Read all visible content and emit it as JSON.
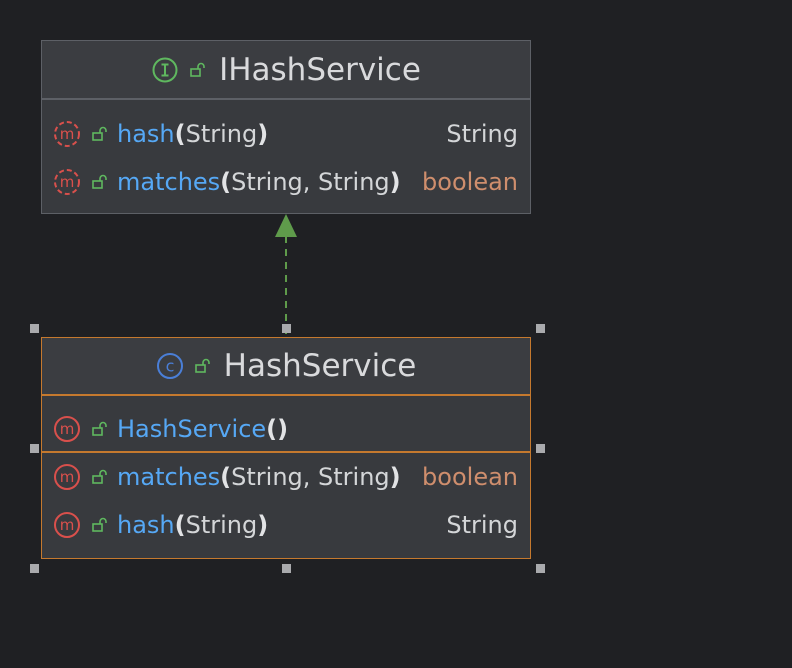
{
  "colors": {
    "background": "#1f2023",
    "node_fill": "#383a3e",
    "interface_border": "#5d6066",
    "selected_border": "#c5792e",
    "realization_arrow": "#5f9b4b",
    "method_name": "#56a8f5",
    "primitive_type": "#cf8e6d"
  },
  "interface": {
    "kind_icon": "interface-icon",
    "visibility_icon": "public-lock-icon",
    "title": "IHashService",
    "methods": [
      {
        "icon": "abstract-method-icon",
        "name": "hash",
        "open": "(",
        "params": "String",
        "close": ")",
        "return_type": "String"
      },
      {
        "icon": "abstract-method-icon",
        "name": "matches",
        "open": "(",
        "params": "String, String",
        "close": ")",
        "return_type": "boolean"
      }
    ]
  },
  "implementation": {
    "kind_icon": "class-icon",
    "visibility_icon": "public-lock-icon",
    "title": "HashService",
    "constructor": {
      "icon": "method-icon",
      "name": "HashService",
      "open": "(",
      "params": "",
      "close": ")"
    },
    "methods": [
      {
        "icon": "method-icon",
        "name": "matches",
        "open": "(",
        "params": "String, String",
        "close": ")",
        "return_type": "boolean"
      },
      {
        "icon": "method-icon",
        "name": "hash",
        "open": "(",
        "params": "String",
        "close": ")",
        "return_type": "String"
      }
    ]
  },
  "relation": {
    "type": "realization"
  }
}
